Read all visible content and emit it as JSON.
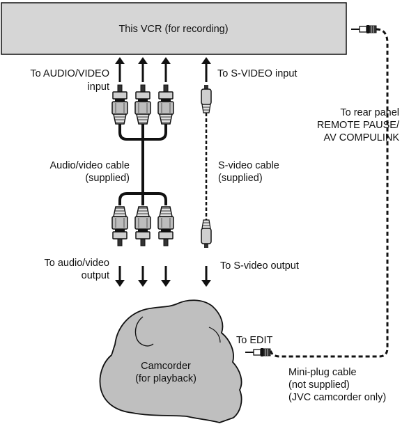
{
  "vcr": {
    "label": "This VCR (for recording)"
  },
  "labels": {
    "to_av_input_1": "To AUDIO/VIDEO",
    "to_av_input_2": "input",
    "to_svideo_input": "To S-VIDEO input",
    "av_cable_1": "Audio/video cable",
    "av_cable_2": "(supplied)",
    "svideo_cable_1": "S-video cable",
    "svideo_cable_2": "(supplied)",
    "to_av_output_1": "To audio/video",
    "to_av_output_2": "output",
    "to_svideo_output": "To S-video output",
    "rear_panel_1": "To rear panel",
    "rear_panel_2": "REMOTE PAUSE/",
    "rear_panel_3": "AV COMPULINK",
    "to_edit": "To EDIT",
    "miniplug_1": "Mini-plug cable",
    "miniplug_2": "(not supplied)",
    "miniplug_3": "(JVC camcorder only)"
  },
  "camcorder": {
    "label_1": "Camcorder",
    "label_2": "(for playback)"
  },
  "colors": {
    "box_fill": "#d6d6d6",
    "body_fill": "#bfbfbf",
    "stroke": "#111111"
  }
}
